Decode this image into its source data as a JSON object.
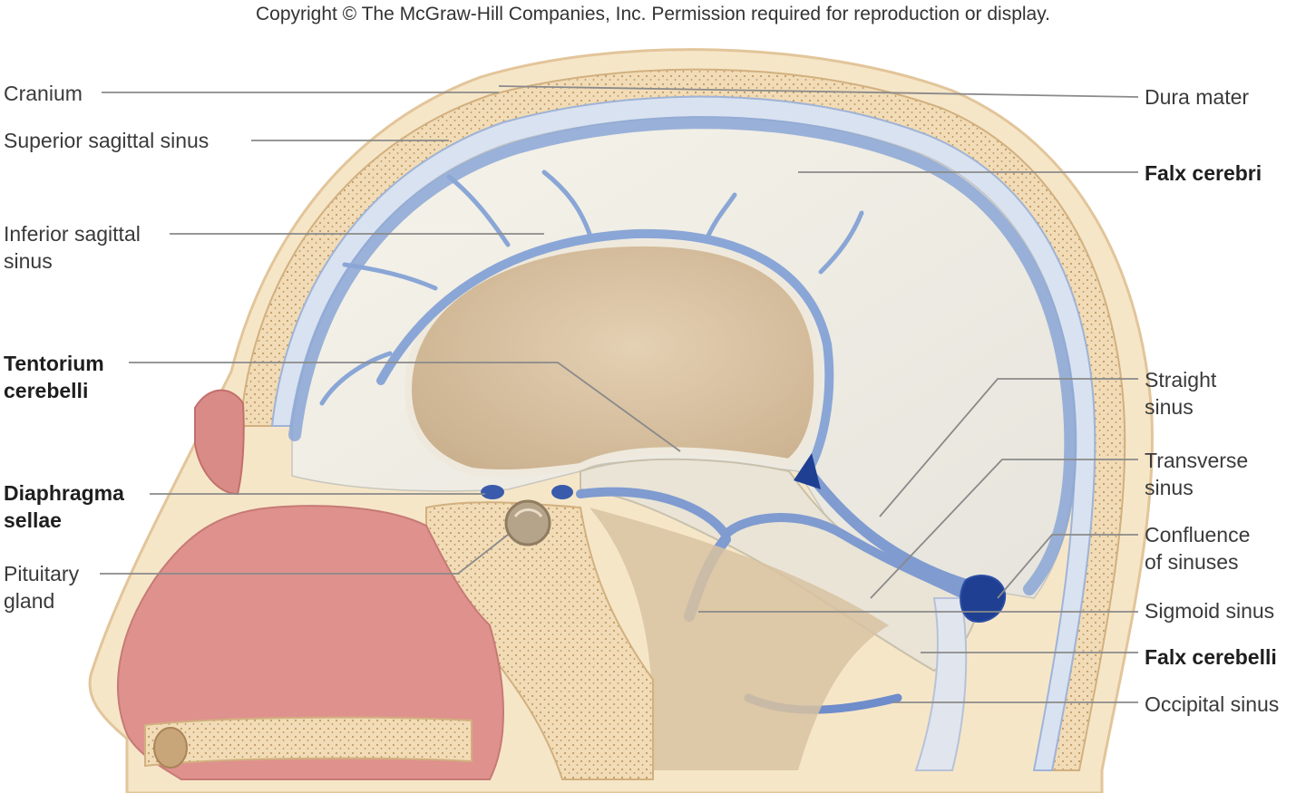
{
  "copyright": "Copyright © The McGraw-Hill Companies, Inc. Permission required for reproduction or display.",
  "labels": {
    "cranium": [
      "Cranium"
    ],
    "superior_sagittal_sinus": [
      "Superior sagittal sinus"
    ],
    "inferior_sagittal_sinus": [
      "Inferior sagittal",
      "sinus"
    ],
    "tentorium_cerebelli": [
      "Tentorium",
      "cerebelli"
    ],
    "diaphragma_sellae": [
      "Diaphragma",
      "sellae"
    ],
    "pituitary_gland": [
      "Pituitary",
      "gland"
    ],
    "dura_mater": [
      "Dura mater"
    ],
    "falx_cerebri": [
      "Falx cerebri"
    ],
    "straight_sinus": [
      "Straight",
      "sinus"
    ],
    "transverse_sinus": [
      "Transverse",
      "sinus"
    ],
    "confluence_of_sinuses": [
      "Confluence",
      "of sinuses"
    ],
    "sigmoid_sinus": [
      "Sigmoid sinus"
    ],
    "falx_cerebelli": [
      "Falx cerebelli"
    ],
    "occipital_sinus": [
      "Occipital sinus"
    ]
  },
  "colors": {
    "bone": "#f1dcb7",
    "bone_edge": "#d8b98a",
    "dura": "#f2efe6",
    "sinus_blue": "#7f9bd0",
    "sinus_dark": "#1e3f92",
    "nasal": "#de8f8b",
    "brain_cavity": "#d9c2a2",
    "leader": "#8a8a8a"
  }
}
